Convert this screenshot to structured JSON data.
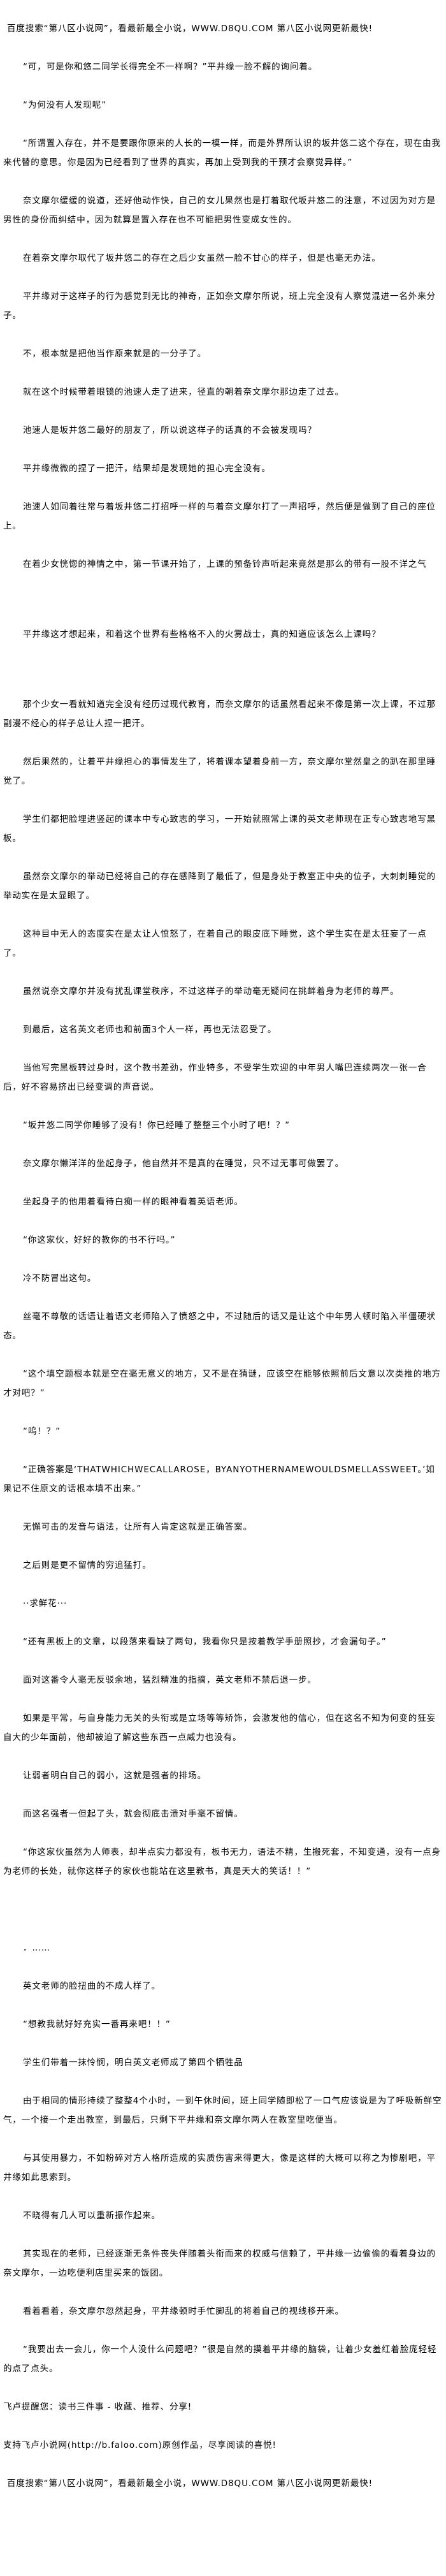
{
  "header_banner": "百度搜索“第八区小说网”，看最新最全小说，WWW.D8QU.COM   第八区小说网更新最快!",
  "paragraphs": [
    "“可，可是你和悠二同学长得完全不一样啊？”平井缘一脸不解的询问着。",
    "“为何没有人发现呢”",
    "“所谓置入存在，并不是要跟你原来的人长的一模一样，而是外界所认识的坂井悠二这个存在，现在由我来代替的意思。你是因为已经看到了世界的真实，再加上受到我的干预才会察觉异样。”",
    "奈文摩尔缓缓的说道，还好他动作快，自己的女儿果然也是打着取代坂井悠二的注意，不过因为对方是男性的身份而纠结中，因为就算是置入存在也不可能把男性变成女性的。",
    "在着奈文摩尔取代了坂井悠二的存在之后少女虽然一脸不甘心的样子，但是也毫无办法。",
    "平井缘对于这样子的行为感觉到无比的神奇，正如奈文摩尔所说，班上完全没有人察觉混进一名外来分子。",
    "不，根本就是把他当作原来就是的一分子了。",
    "就在这个时候带着眼镜的池速人走了进来，径直的朝着奈文摩尔那边走了过去。",
    "池速人是坂井悠二最好的朋友了，所以说这样子的话真的不会被发现吗？",
    "平井缘微微的捏了一把汗，结果却是发现她的担心完全没有。",
    "池速人如同着往常与着坂井悠二打招呼一样的与着奈文摩尔打了一声招呼，然后便是做到了自己的座位上。",
    "在着少女恍惚的神情之中，第一节课开始了，上课的预备铃声听起来竟然是那么的带有一股不详之气",
    "平井缘这才想起来，和着这个世界有些格格不入的火雾战士，真的知道应该怎么上课吗？",
    "那个少女一看就知道完全没有经历过现代教育，而奈文摩尔的话虽然看起来不像是第一次上课，不过那副漫不经心的样子总让人捏一把汗。",
    "然后果然的，让着平井缘担心的事情发生了，将着课本望着身前一方，奈文摩尔堂然皇之的趴在那里睡觉了。",
    "学生们都把脸埋进竖起的课本中专心致志的学习，一开始就照常上课的英文老师现在正专心致志地写黑板。",
    "虽然奈文摩尔的举动已经将自己的存在感降到了最低了，但是身处于教室正中央的位子，大刺刺睡觉的举动实在是太显眼了。",
    "这种目中无人的态度实在是太让人愤怒了，在着自己的眼皮底下睡觉，这个学生实在是太狂妄了一点了。",
    "虽然说奈文摩尔并没有扰乱课堂秩序，不过这样子的举动毫无疑问在挑衅着身为老师的尊严。",
    "到最后，这名英文老师也和前面3个人一样，再也无法忍受了。",
    "当他写完黑板转过身时，这个教书差劲，作业特多，不受学生欢迎的中年男人嘴巴连续两次一张一合后，好不容易挤出已经变调的声音说。",
    "“坂井悠二同学你睡够了没有！你已经睡了整整三个小时了吧！？”",
    "奈文摩尔懒洋洋的坐起身子，他自然并不是真的在睡觉，只不过无事可做罢了。",
    "坐起身子的他用着看待白痴一样的眼神看着英语老师。",
    "“你这家伙，好好的教你的书不行吗。”",
    "冷不防冒出这句。",
    "丝毫不尊敬的话语让着语文老师陷入了愤怒之中，不过随后的话又是让这个中年男人顿时陷入半僵硬状态。",
    "“这个填空题根本就是空在毫无意义的地方，又不是在猜谜，应该空在能够依照前后文意以次类推的地方才对吧？”",
    "“呜！？”",
    "“正确答案是‘THATWHICHWECALLAROSE，BYANYOTHERNAMEWOULDSMELLASSWEET。’如果记不住原文的话根本填不出来。”",
    "无懈可击的发音与语法，让所有人肯定这就是正确答案。",
    "之后则是更不留情的穷追猛打。",
    "··求鲜花···",
    "“还有黑板上的文章，以段落来看缺了两句，我看你只是按着教学手册照抄，才会漏句子。”",
    "面对这番令人毫无反驳余地，猛烈精准的指摘，英文老师不禁后退一步。",
    "如果是平常，与自身能力无关的头衔或是立场等等矫饰，会激发他的信心，但在这名不知为何变的狂妄自大的少年面前，他却被迫了解这些东西一点威力也没有。",
    "让弱者明白自己的弱小，这就是强者的排场。",
    "而这名强者一但起了头，就会彻底击溃对手毫不留情。",
    "“你这家伙虽然为人师表，却半点实力都没有，板书无力，语法不精，生搬死套，不知变通，没有一点身为老师的长处，就你这样子的家伙也能站在这里教书，真是天大的笑话！！”",
    "．……",
    "英文老师的脸扭曲的不成人样了。",
    "“想教我就好好充实一番再来吧！！”",
    "学生们带着一抹怜悯，明白英文老师成了第四个牺牲品",
    "由于相同的情形持续了整整4个小时，一到午休时间，班上同学随即松了一口气应该说是为了呼吸新鲜空气，一个接一个走出教室，到最后，只剩下平井缘和奈文摩尔两人在教室里吃便当。",
    "与其使用暴力，不如粉碎对方人格所造成的实质伤害来得更大，像是这样的大概可以称之为惨剧吧，平井缘如此思索到。",
    "不晓得有几人可以重新振作起来。",
    "其实现在的老师，已经逐渐无条件丧失伴随着头衔而来的权威与信赖了，平井缘一边偷偷的看着身边的奈文摩尔，一边吃便利店里买来的饭团。",
    "看着看着，奈文摩尔忽然起身，平井缘顿时手忙脚乱的将着自己的视线移开来。",
    "“我要出去一会儿，你一个人没什么问题吧？”很是自然的摸着平井缘的脑袋，让着少女羞红着脸庞轻轻的点了点头。"
  ],
  "footer": {
    "reminder": "飞卢提醒您：读书三件事 - 收藏、推荐、分享!",
    "support": "支持飞卢小说网(http://b.faloo.com)原创作品，尽享阅读的喜悦!",
    "banner": "百度搜索“第八区小说网”，看最新最全小说，WWW.D8QU.COM   第八区小说网更新最快!"
  }
}
